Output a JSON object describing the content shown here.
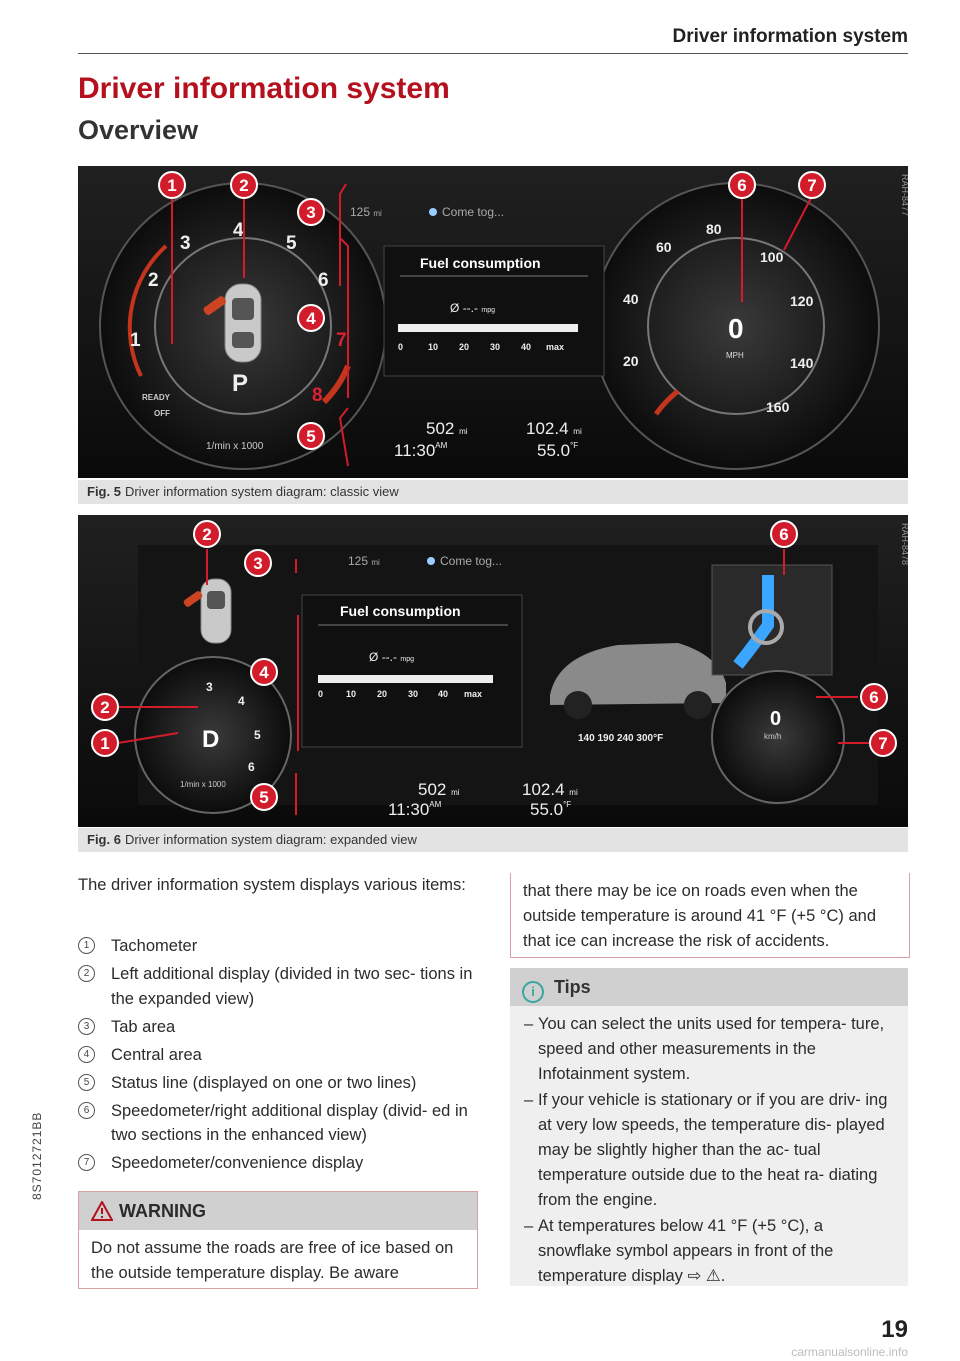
{
  "header": {
    "section_title": "Driver information system"
  },
  "title": "Driver information system",
  "subtitle": "Overview",
  "fig5": {
    "caption_label": "Fig. 5",
    "caption_text": "Driver information system diagram: classic view",
    "code": "RAH-8477",
    "callouts": [
      "1",
      "2",
      "3",
      "4",
      "5",
      "6",
      "7"
    ],
    "tab_mileage": "125",
    "tab_text": "Come tog...",
    "tab_unit": "mi",
    "panel_title": "Fuel consumption",
    "mpg_symbol": "Ø",
    "mpg_value": "--.-",
    "mpg_unit": "mpg",
    "scale_labels": [
      "0",
      "10",
      "20",
      "30",
      "40",
      "max"
    ],
    "odometer": "502",
    "odometer_unit": "mi",
    "clock": "11:30",
    "clock_suffix": "AM",
    "trip": "102.4",
    "trip_unit": "mi",
    "temp": "55.0",
    "temp_unit": "°F",
    "tach_numbers": [
      "1",
      "2",
      "3",
      "4",
      "5",
      "6",
      "7",
      "8"
    ],
    "tach_label": "1/min x 1000",
    "gear": "P",
    "ready_label": "READY",
    "off_label": "OFF",
    "speed_numbers": [
      "20",
      "40",
      "60",
      "80",
      "100",
      "120",
      "140",
      "160"
    ],
    "speed_value": "0",
    "speed_unit": "MPH"
  },
  "fig6": {
    "caption_label": "Fig. 6",
    "caption_text": "Driver information system diagram: expanded view",
    "code": "RAH-8478",
    "callouts": [
      "2",
      "3",
      "6",
      "4",
      "2",
      "6",
      "1",
      "7",
      "5"
    ],
    "tab_mileage": "125",
    "tab_text": "Come tog...",
    "tab_unit": "mi",
    "panel_title": "Fuel consumption",
    "mpg_symbol": "Ø",
    "mpg_value": "--.-",
    "mpg_unit": "mpg",
    "scale_labels": [
      "0",
      "10",
      "20",
      "30",
      "40",
      "max"
    ],
    "odometer": "502",
    "odometer_unit": "mi",
    "clock": "11:30",
    "clock_suffix": "AM",
    "trip": "102.4",
    "trip_unit": "mi",
    "temp": "55.0",
    "temp_unit": "°F",
    "tach_numbers": [
      "3",
      "4",
      "5",
      "6"
    ],
    "tach_label": "1/min x 1000",
    "gear": "D",
    "oil_scale": [
      "140",
      "190",
      "240",
      "300°F"
    ],
    "speed_value": "0",
    "speed_unit": "km/h"
  },
  "intro": "The driver information system displays various items:",
  "items": [
    {
      "num": "1",
      "text": "Tachometer"
    },
    {
      "num": "2",
      "text": "Left additional display (divided in two sec- tions in the expanded view)"
    },
    {
      "num": "3",
      "text": "Tab area"
    },
    {
      "num": "4",
      "text": "Central area"
    },
    {
      "num": "5",
      "text": "Status line (displayed on one or two lines)"
    },
    {
      "num": "6",
      "text": "Speedometer/right additional display (divid- ed in two sections in the enhanced view)"
    },
    {
      "num": "7",
      "text": "Speedometer/convenience display"
    }
  ],
  "warning": {
    "title": "WARNING",
    "text": "Do not assume the roads are free of ice based on the outside temperature display. Be aware",
    "continued": "that there may be ice on roads even when the outside temperature is around 41 °F (+5 °C) and that ice can increase the risk of accidents."
  },
  "tips": {
    "icon": "i",
    "title": "Tips",
    "items": [
      "You can select the units used for tempera- ture, speed and other measurements in the Infotainment system.",
      "If your vehicle is stationary or if you are driv- ing at very low speeds, the temperature dis- played may be slightly higher than the ac- tual temperature outside due to the heat ra- diating from the engine.",
      "At temperatures below 41 °F (+5 °C), a snowflake symbol appears in front of the temperature display ⇨ ⚠."
    ]
  },
  "page_number": "19",
  "side_code": "8S7012721BB",
  "footer_site": "carmanualsonline.info",
  "colors": {
    "accent_red": "#b5101e",
    "callout_red": "#d21c2b",
    "tips_teal": "#3aa6a2"
  }
}
